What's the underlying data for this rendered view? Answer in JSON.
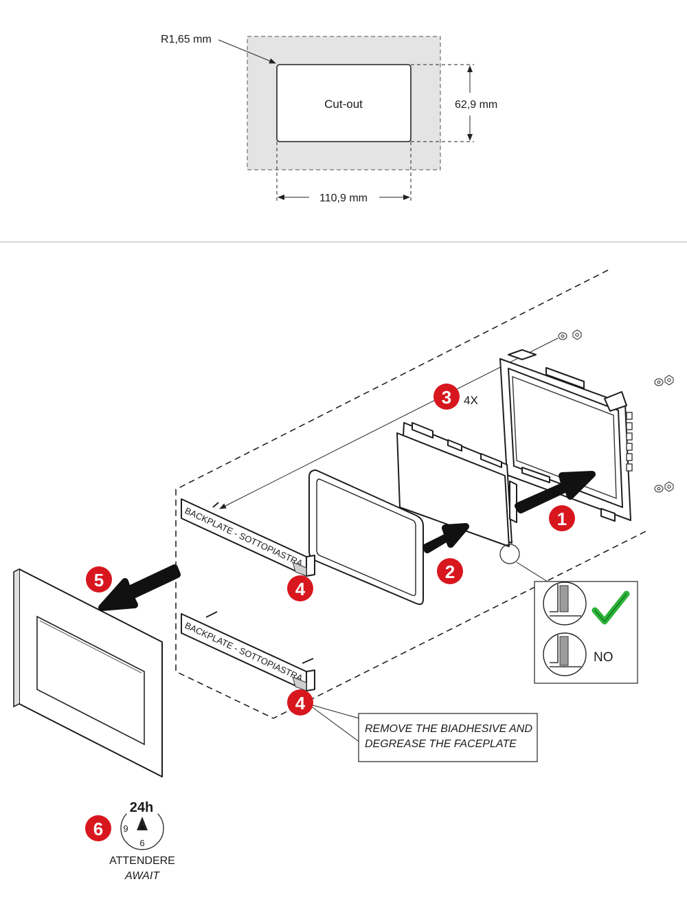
{
  "cutout": {
    "radius_label": "R1,65 mm",
    "center_label": "Cut-out",
    "height_label": "62,9 mm",
    "width_label": "110,9 mm"
  },
  "assembly": {
    "backplate_label": "BACKPLATE - SOTTOPIASTRA",
    "quantity_label": "4X",
    "steps": [
      "1",
      "2",
      "3",
      "4",
      "4",
      "5",
      "6"
    ],
    "note_line1": "REMOVE THE BIADHESIVE AND",
    "note_line2": "DEGREASE THE FACEPLATE",
    "check_ok_icon": "check-icon",
    "check_no_label": "NO",
    "step_color": "#d7161e"
  },
  "wait": {
    "hours_label": "24h",
    "clock_left": "9",
    "clock_bottom": "6",
    "label_it": "ATTENDERE",
    "label_en": "AWAIT"
  }
}
